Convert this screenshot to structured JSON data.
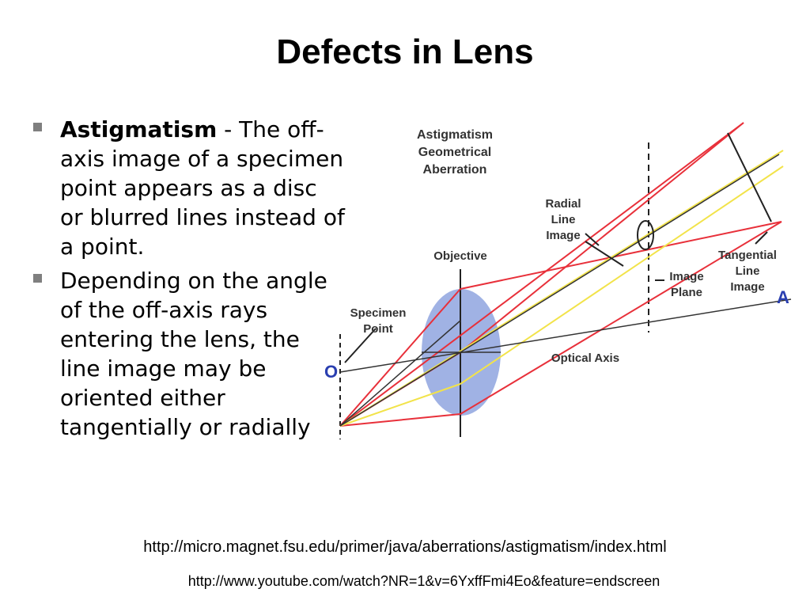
{
  "slide": {
    "title": "Defects in Lens"
  },
  "bullets": [
    {
      "term": "Astigmatism",
      "text": " - The off-axis image of a specimen point appears as a disc or blurred lines instead of a point."
    },
    {
      "term": "",
      "text": "Depending on the angle of the off-axis rays entering the lens, the line image may be oriented either tangentially or radially"
    }
  ],
  "diagram": {
    "heading_line1": "Astigmatism",
    "heading_line2": "Geometrical",
    "heading_line3": "Aberration",
    "radial_line1": "Radial",
    "radial_line2": "Line",
    "radial_line3": "Image",
    "objective": "Objective",
    "specimen_line1": "Specimen",
    "specimen_line2": "Point",
    "image_plane_line1": "Image",
    "image_plane_line2": "Plane",
    "tangential_line1": "Tangential",
    "tangential_line2": "Line",
    "tangential_line3": "Image",
    "optical_axis": "Optical Axis",
    "point_o": "O",
    "point_a": "A",
    "colors": {
      "red": "#e8303a",
      "yellow": "#f2e34a",
      "lens": "#8fa5df",
      "axis": "#222222",
      "marker": "#2a3fb0"
    }
  },
  "links": {
    "link1": "http://micro.magnet.fsu.edu/primer/java/aberrations/astigmatism/index.html",
    "link2": "http://www.youtube.com/watch?NR=1&v=6YxffFmi4Eo&feature=endscreen"
  }
}
